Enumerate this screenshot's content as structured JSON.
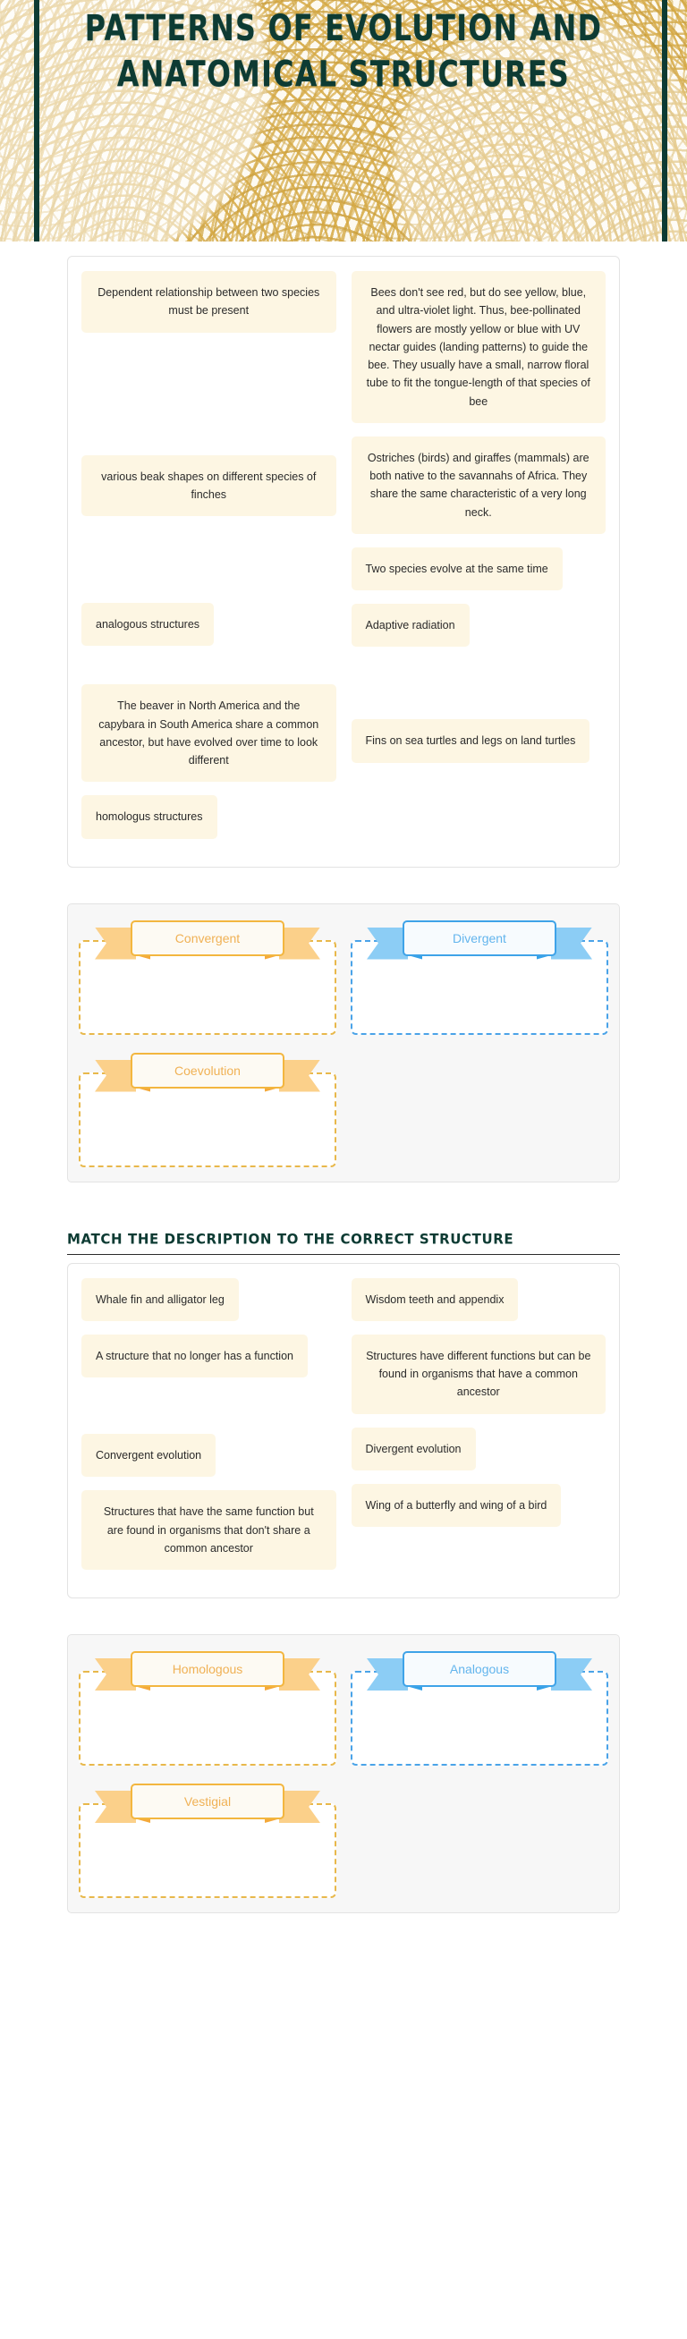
{
  "header": {
    "title": "PATTERNS OF EVOLUTION AND ANATOMICAL STRUCTURES",
    "style": {
      "title_color": "#0d3b33",
      "accent_gold": "#d6aa46",
      "background": "#fdfaf1"
    }
  },
  "sections": {
    "match_table_1": {
      "left_column": [
        {
          "text": "Dependent relationship between two species must be present"
        },
        {
          "text": "various beak shapes on different species of finches"
        },
        {
          "text": "analogous structures"
        },
        {
          "text": "The beaver in North America and the capybara in South America share a common ancestor, but have evolved over time to look different"
        },
        {
          "text": "homologus structures"
        }
      ],
      "right_column": [
        {
          "text": "Bees don't see red, but do see yellow, blue, and ultra-violet light. Thus, bee-pollinated flowers are mostly yellow or blue with UV nectar guides (landing patterns) to guide the bee. They usually have a small, narrow floral tube to fit the tongue-length of that species of bee"
        },
        {
          "text": "Ostriches (birds) and giraffes (mammals) are both native to the savannahs of Africa. They share the same characteristic of a very long neck."
        },
        {
          "text": "Two species evolve at the same time"
        },
        {
          "text": "Adaptive radiation"
        },
        {
          "text": "Fins on sea turtles and legs on land turtles"
        }
      ]
    },
    "dropzones_1": {
      "items": [
        {
          "label": "Convergent",
          "color": "orange"
        },
        {
          "label": "Divergent",
          "color": "blue"
        },
        {
          "label": "Coevolution",
          "color": "orange"
        },
        {
          "label": "",
          "color": "none"
        }
      ]
    },
    "heading_2": "Match the description to the correct structure",
    "match_table_2": {
      "left_column": [
        {
          "text": "Whale fin and alligator leg"
        },
        {
          "text": "A structure that no longer has a function"
        },
        {
          "text": "Convergent evolution"
        },
        {
          "text": "Structures that have the same function but are found in organisms that don't share a common ancestor"
        }
      ],
      "right_column": [
        {
          "text": "Wisdom teeth and appendix"
        },
        {
          "text": "Structures have different functions but can be found in organisms that have a common ancestor"
        },
        {
          "text": "Divergent evolution"
        },
        {
          "text": "Wing of a butterfly and wing of a bird"
        }
      ]
    },
    "dropzones_2": {
      "items": [
        {
          "label": "Homologous",
          "color": "orange"
        },
        {
          "label": "Analogous",
          "color": "blue"
        },
        {
          "label": "Vestigial",
          "color": "orange"
        },
        {
          "label": "",
          "color": "none"
        }
      ]
    }
  }
}
